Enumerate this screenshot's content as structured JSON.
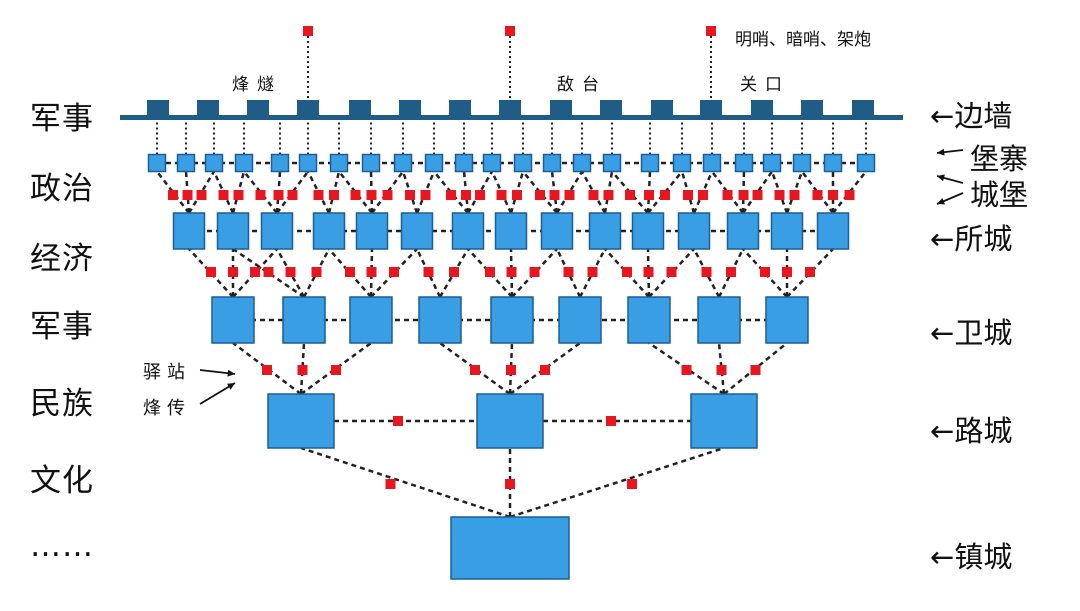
{
  "left_labels": [
    "军事",
    "政治",
    "经济",
    "军事",
    "民族",
    "文化",
    "……"
  ],
  "right_labels": {
    "wall": "边墙",
    "fort": "堡寨",
    "castle": "城堡",
    "suocheng": "所城",
    "weicheng": "卫城",
    "lucheng": "路城",
    "zhencheng": "镇城"
  },
  "arrow_glyph": "←",
  "top_labels": {
    "beacon": "烽燧",
    "platform": "敌台",
    "pass": "关口"
  },
  "sentry_note": "明哨、暗哨、架炮",
  "relay_labels": {
    "post_station": "驿站",
    "beacon_relay": "烽传"
  },
  "colors": {
    "box_fill": "#3a9ee4",
    "box_stroke": "#1c5f94",
    "wall": "#1f5c86",
    "relay": "#e8171f",
    "line": "#222222"
  }
}
